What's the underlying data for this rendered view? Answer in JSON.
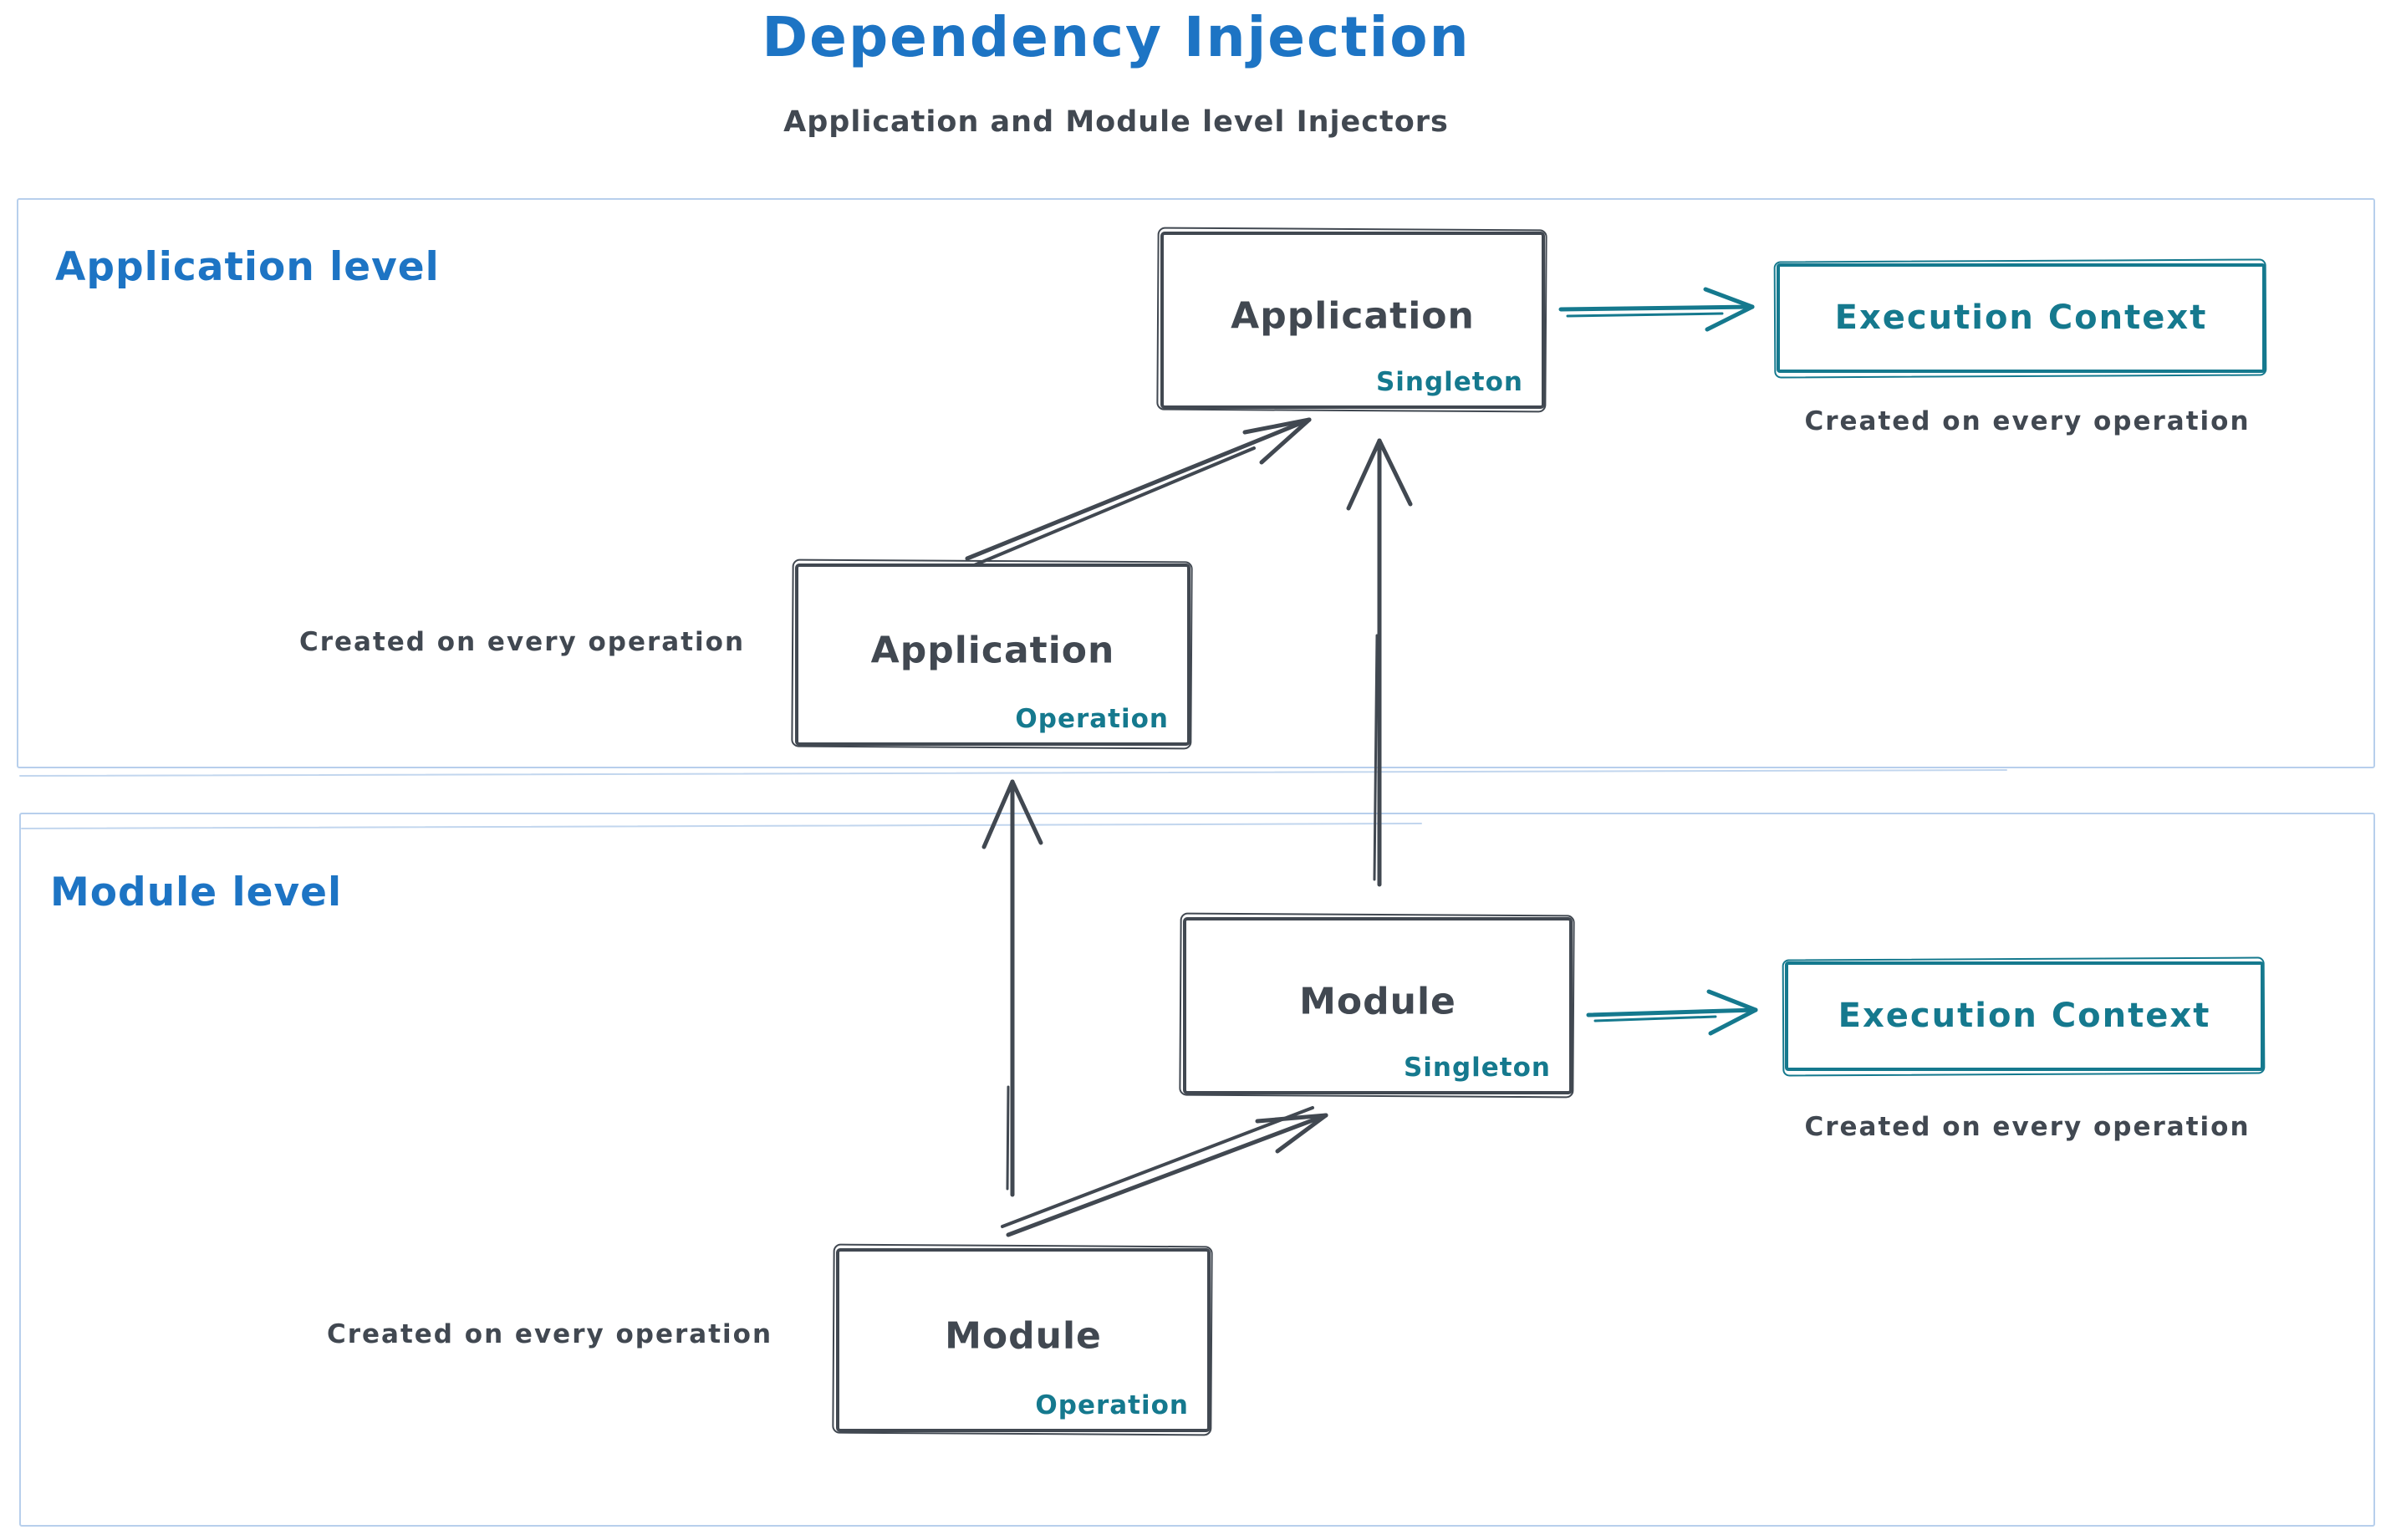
{
  "page": {
    "title": "Dependency Injection",
    "subtitle": "Application and Module level Injectors"
  },
  "colors": {
    "title_blue": "#1d74c4",
    "stroke_dark": "#414851",
    "accent_teal": "#15798e",
    "section_border_blue": "#b7cfec"
  },
  "sections": {
    "application": {
      "label": "Application level",
      "singleton_box": {
        "title": "Application",
        "tag": "Singleton"
      },
      "operation_box": {
        "title": "Application",
        "tag": "Operation"
      },
      "execution_context_box": {
        "title": "Execution Context"
      },
      "execution_context_caption": "Created on every operation",
      "operation_caption": "Created on every operation"
    },
    "module": {
      "label": "Module level",
      "singleton_box": {
        "title": "Module",
        "tag": "Singleton"
      },
      "operation_box": {
        "title": "Module",
        "tag": "Operation"
      },
      "execution_context_box": {
        "title": "Execution Context"
      },
      "execution_context_caption": "Created on every operation",
      "operation_caption": "Created on every operation"
    }
  }
}
